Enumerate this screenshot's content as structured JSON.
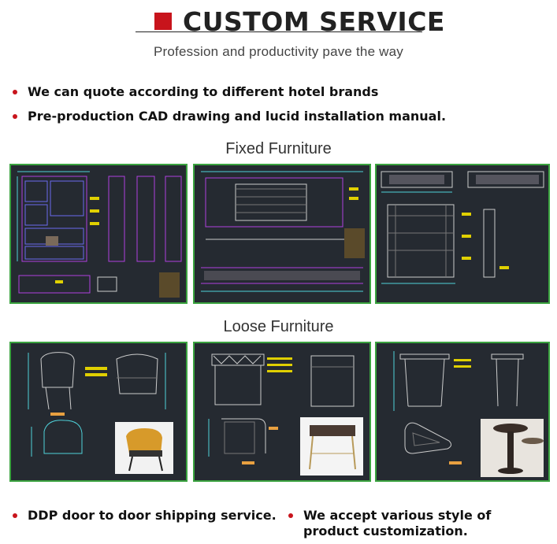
{
  "header": {
    "title": "CUSTOM SERVICE",
    "subtitle": "Profession and productivity pave the way",
    "accent_color": "#c8141c"
  },
  "bullets_top": [
    "We can quote according to different hotel brands",
    "Pre-production CAD drawing and lucid installation manual."
  ],
  "sections": [
    {
      "title": "Fixed Furniture",
      "panel_count": 3
    },
    {
      "title": "Loose Furniture",
      "panel_count": 3
    }
  ],
  "bullets_bottom": [
    "DDP door to door shipping service.",
    "We accept various style of product customization."
  ],
  "panel_border_color": "#3aa33f",
  "panel_background_color": "#252a31"
}
